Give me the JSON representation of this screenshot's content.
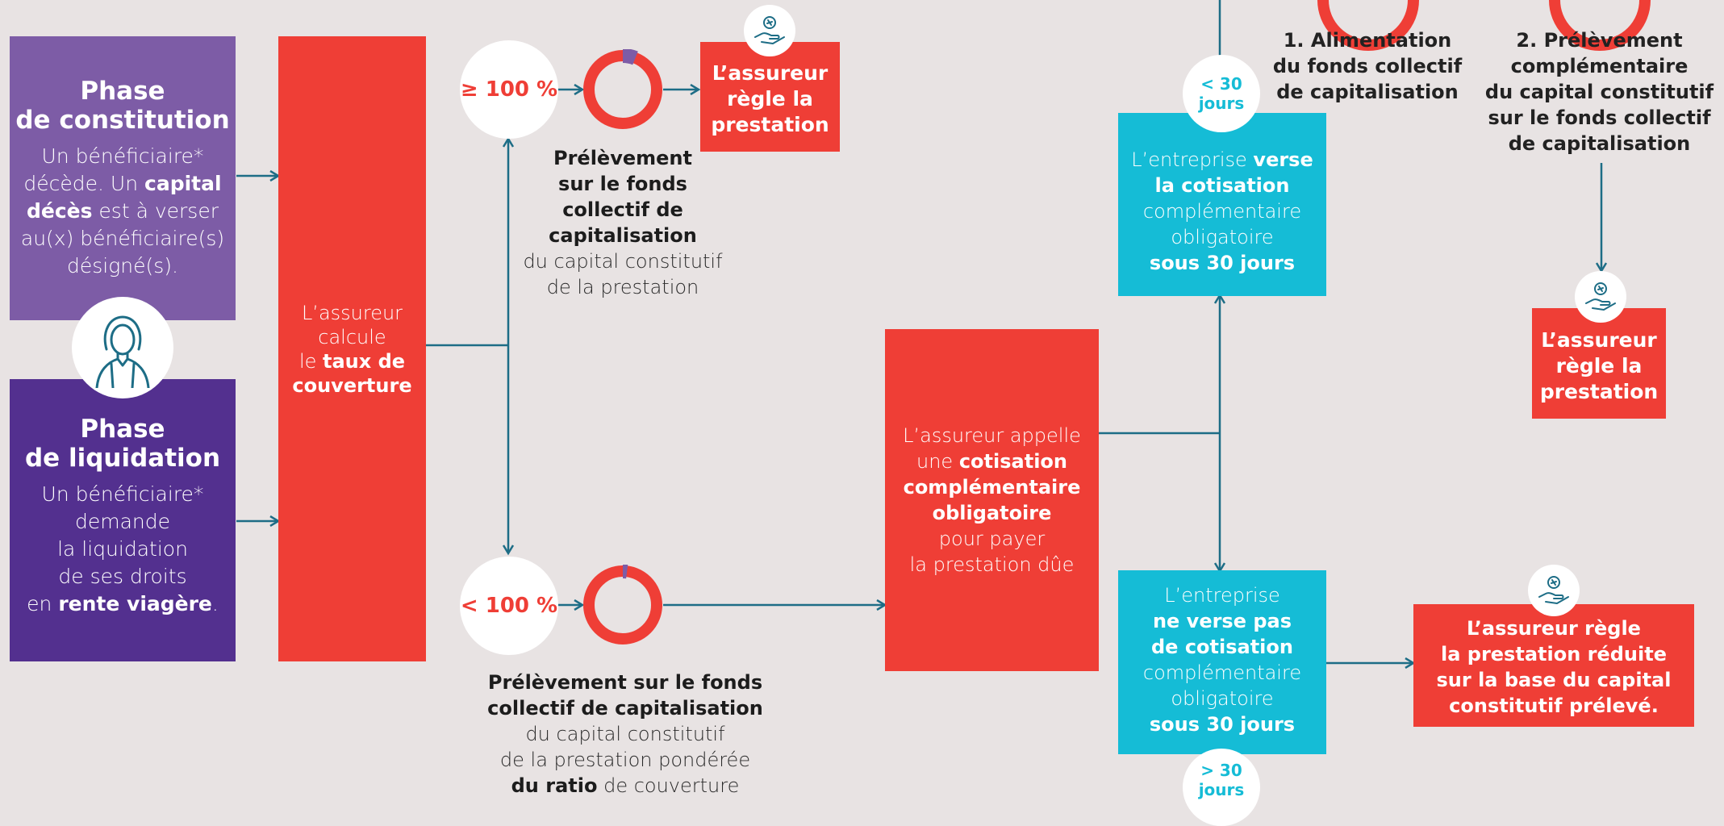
{
  "phase_constitution": {
    "title_1": "Phase",
    "title_2": "de constitution",
    "t1": "Un bénéficiaire*",
    "t2a": "décède. Un ",
    "t2b": "capital",
    "t3a": "décès",
    "t3b": " est à verser",
    "t4": "au(x) bénéficiaire(s)",
    "t5": "désigné(s)."
  },
  "phase_liquidation": {
    "title_1": "Phase",
    "title_2": "de liquidation",
    "t1": "Un bénéficiaire*",
    "t2": "demande",
    "t3": "la liquidation",
    "t4": "de ses droits",
    "t5a": "en ",
    "t5b": "rente viagère",
    "t5c": "."
  },
  "assureur_calcule": {
    "l1": "L’assureur",
    "l2": "calcule",
    "l3a": "le ",
    "l3b": "taux de",
    "l4": "couverture"
  },
  "ratio_high": {
    "label": "≥ 100 %"
  },
  "ratio_low": {
    "label": "< 100 %"
  },
  "donut_high": {
    "fill_fraction": 0.06
  },
  "donut_low": {
    "fill_fraction": 0.02
  },
  "caption_high": {
    "l1": "Prélèvement",
    "l2": "sur le fonds",
    "l3": "collectif de",
    "l4": "capitalisation",
    "l5": "du capital constitutif",
    "l6": "de la prestation"
  },
  "caption_low": {
    "l1": "Prélèvement sur le fonds",
    "l2": "collectif de capitalisation",
    "l3": "du capital constitutif",
    "l4": "de la prestation pondérée",
    "l5a": "du ratio",
    "l5b": " de couverture"
  },
  "reglement_top": {
    "l1": "L’assureur",
    "l2": "règle la",
    "l3": "prestation"
  },
  "appel": {
    "l1": "L’assureur appelle",
    "l2a": "une ",
    "l2b": "cotisation",
    "l3": "complémentaire",
    "l4": "obligatoire",
    "l5": "pour payer",
    "l6": "la prestation dûe"
  },
  "verse": {
    "l1a": "L’entreprise ",
    "l1b": "verse",
    "l2": "la cotisation",
    "l3": "complémentaire",
    "l4": "obligatoire",
    "l5": "sous 30 jours"
  },
  "ne_verse_pas": {
    "l1": "L’entreprise",
    "l2": "ne verse pas",
    "l3": "de cotisation",
    "l4": "complémentaire",
    "l5": "obligatoire",
    "l6": "sous 30 jours"
  },
  "days_less": {
    "l1": "< 30",
    "l2": "jours"
  },
  "days_more": {
    "l1": "> 30",
    "l2": "jours"
  },
  "step1": {
    "l1": "1. Alimentation",
    "l2": "du fonds collectif",
    "l3": "de capitalisation"
  },
  "step2": {
    "l1": "2. Prélèvement",
    "l2": "complémentaire",
    "l3": "du capital constitutif",
    "l4": "sur le fonds collectif",
    "l5": "de capitalisation"
  },
  "reglement_right": {
    "l1": "L’assureur",
    "l2": "règle la",
    "l3": "prestation"
  },
  "reglement_reduite": {
    "l1": "L’assureur règle",
    "l2": "la prestation réduite",
    "l3": "sur la base du capital",
    "l4": "constitutif prélevé."
  },
  "colors": {
    "purple_light": "#7d5ca6",
    "purple_dark": "#53308f",
    "red": "#ef3e36",
    "cyan": "#15bcd6",
    "connector": "#1d6d86",
    "donut_accent": "#7d5ca6"
  },
  "icons": [
    "person-avatar-icon",
    "hand-coin-icon"
  ]
}
